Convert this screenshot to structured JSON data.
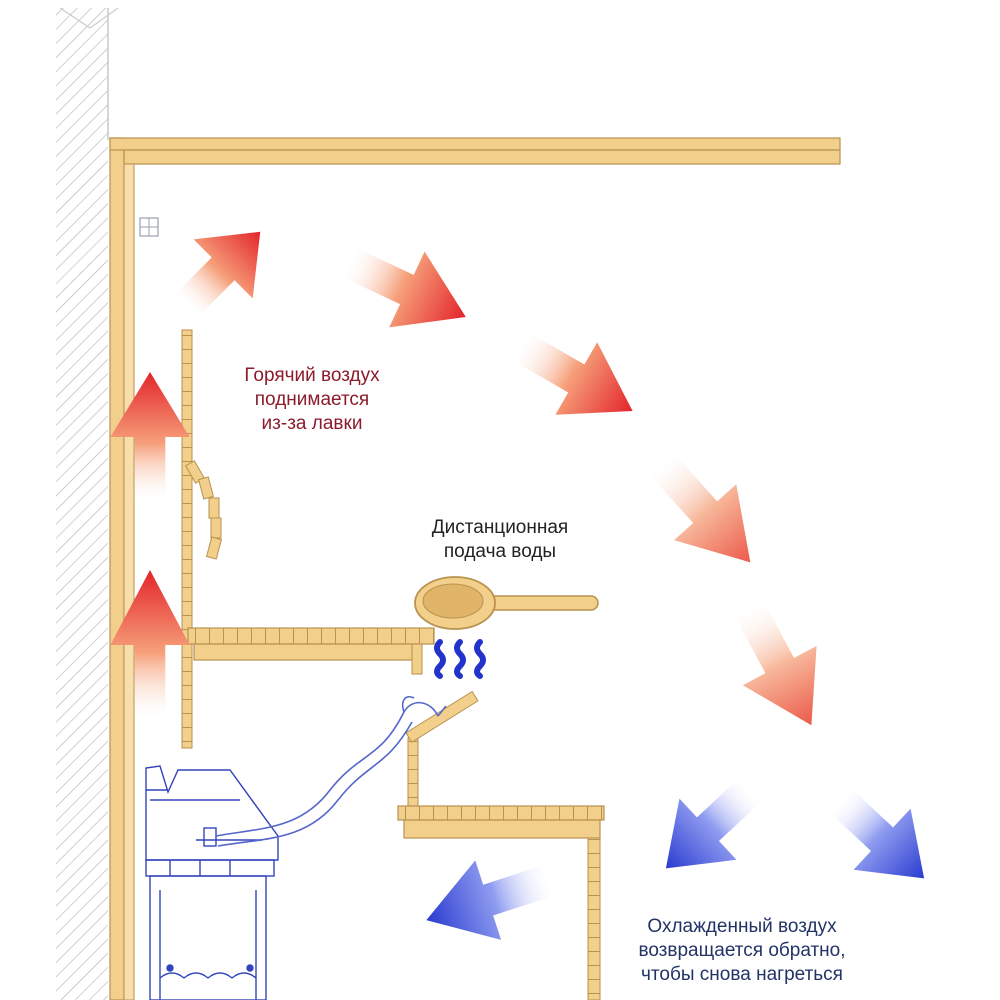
{
  "labels": {
    "hot_air": "Горячий воздух\nподнимается\nиз-за лавки",
    "water_supply": "Дистанционная\nподача воды",
    "cold_air": "Охлажденный воздух\nвозвращается обратно,\nчтобы снова нагреться"
  },
  "colors": {
    "hot_label": "#8b1c2c",
    "water_label": "#222222",
    "cold_label": "#223366",
    "wood": "#f2cf8a",
    "wood_edge": "#b8924e",
    "hot_arrow": "#e3242b",
    "cold_arrow": "#2a3bd0",
    "steam": "#2233cc",
    "stove_line": "#3344bb"
  },
  "icons": [
    "hot-air-arrow",
    "cold-air-arrow",
    "steam-wave-icon",
    "water-ladle-icon",
    "sauna-stove-icon",
    "water-hose-icon"
  ]
}
